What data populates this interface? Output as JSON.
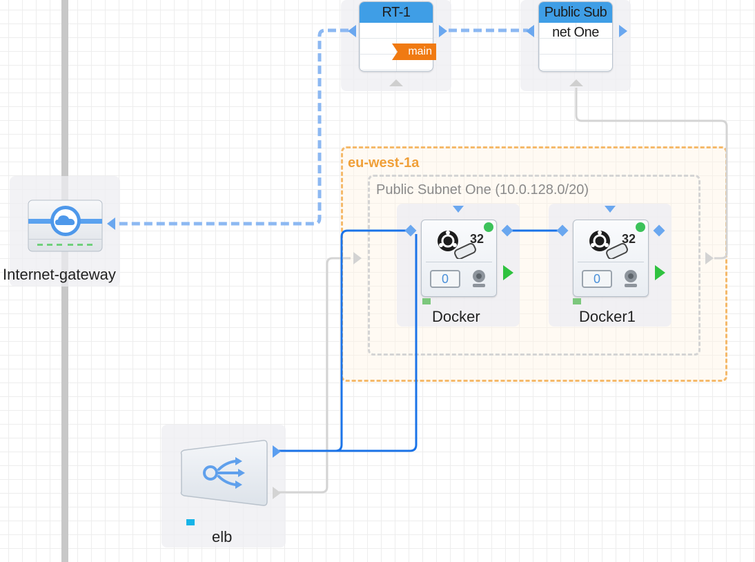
{
  "route_table": {
    "name": "RT-1",
    "tag": "main"
  },
  "route_subnet": {
    "name_line1": "Public Sub",
    "name_line2": "net One"
  },
  "internet_gateway": {
    "label": "Internet-gateway"
  },
  "availability_zone": {
    "label": "eu-west-1a"
  },
  "subnet": {
    "label": "Public Subnet One (10.0.128.0/20)"
  },
  "instances": [
    {
      "label": "Docker",
      "count": "32",
      "volumes": "0"
    },
    {
      "label": "Docker1",
      "count": "32",
      "volumes": "0"
    }
  ],
  "load_balancer": {
    "label": "elb"
  },
  "colors": {
    "vpc_edge": "#c8c8c8",
    "table_header": "#3f9ee6",
    "main_tag": "#f07a12",
    "az_border": "#f5b96a",
    "az_label": "#f0a039",
    "subnet_border": "#d4d4d4",
    "connection_blue": "#1a73e8",
    "dashed_route": "#8cb8f2",
    "grey_link": "#d0d0d0",
    "running_green": "#3cc25a"
  },
  "icons": [
    "cloud-icon",
    "ubuntu-icon",
    "disk-icon",
    "volume-icon",
    "webcam-icon",
    "load-balancer-icon"
  ]
}
